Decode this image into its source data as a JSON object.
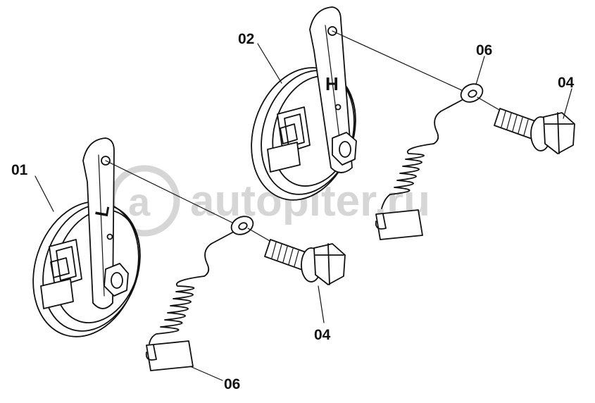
{
  "watermark": {
    "text": "autopiter.ru"
  },
  "horn_low": {
    "callout": "01",
    "stamp": "L"
  },
  "horn_high": {
    "callout": "02",
    "stamp": "H"
  },
  "callouts": {
    "bolt_low": "04",
    "bolt_high": "04",
    "wire_low": "06",
    "wire_high": "06"
  },
  "colors": {
    "line": "#111111",
    "watermark": "#d6d6d6",
    "background": "#ffffff"
  }
}
